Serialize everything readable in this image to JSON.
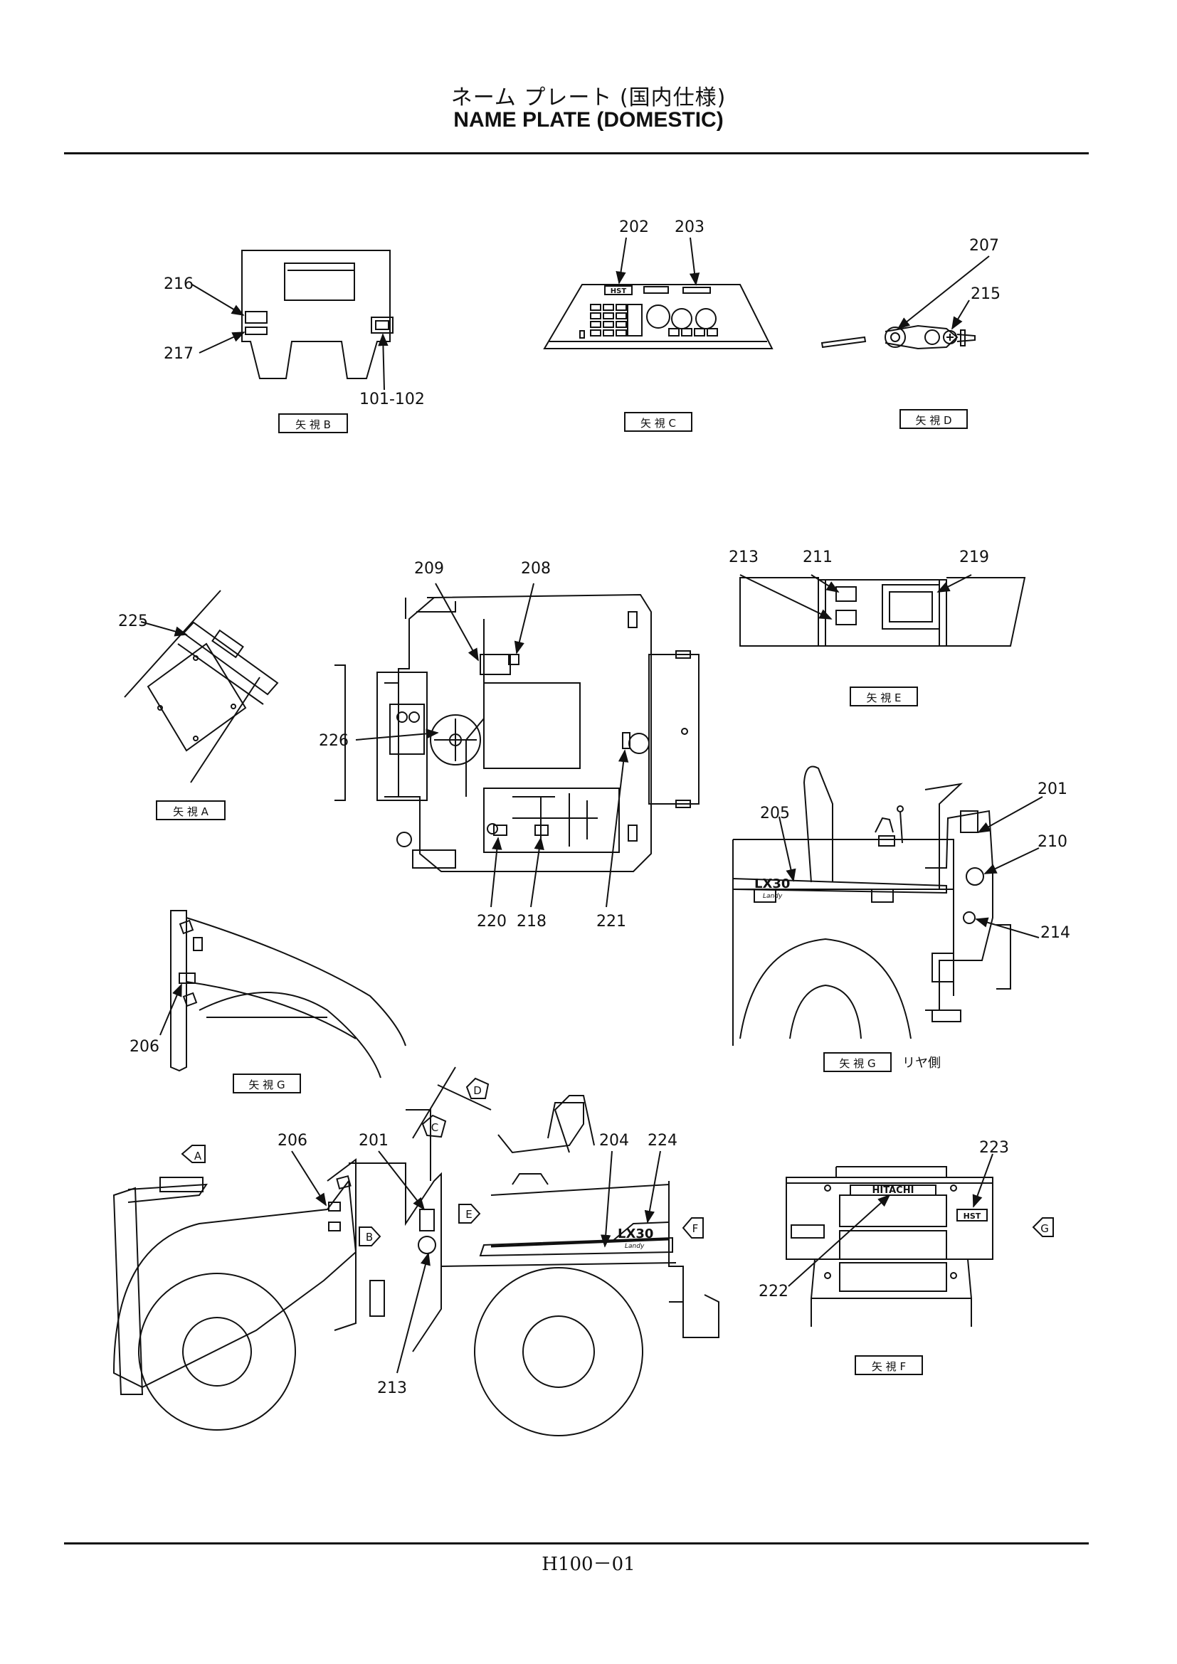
{
  "header": {
    "title_ja": "ネーム プレート (国内仕様)",
    "title_en": "NAME PLATE (DOMESTIC)"
  },
  "views": {
    "B": "矢 視 B",
    "C": "矢 視 C",
    "D": "矢 視 D",
    "A": "矢 視 A",
    "E": "矢 視 E",
    "G_left": "矢 視 G",
    "G_rear": "矢 視 G",
    "G_rear_note": "リヤ側",
    "F": "矢 視 F"
  },
  "parts": {
    "p216": "216",
    "p217": "217",
    "p101": "101-102",
    "p202": "202",
    "p203": "203",
    "p207": "207",
    "p215": "215",
    "p225": "225",
    "p209": "209",
    "p208": "208",
    "p226": "226",
    "p220": "220",
    "p218": "218",
    "p221": "221",
    "p213a": "213",
    "p211": "211",
    "p219": "219",
    "p205": "205",
    "p201a": "201",
    "p210": "210",
    "p214": "214",
    "p206a": "206",
    "p206b": "206",
    "p201b": "201",
    "p204": "204",
    "p224": "224",
    "p213b": "213",
    "p223": "223",
    "p222": "222"
  },
  "arrows": {
    "A": "A",
    "B": "B",
    "C": "C",
    "D": "D",
    "E": "E",
    "F": "F",
    "G": "G"
  },
  "decals": {
    "hst": "HST",
    "lx30": "LX30",
    "landy": "Landy",
    "hitachi": "HITACHI"
  },
  "footer": {
    "page_number": "H100－01"
  }
}
